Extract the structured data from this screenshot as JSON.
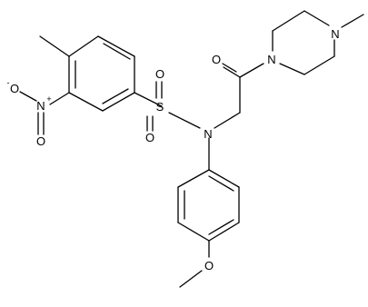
{
  "atoms": {
    "O_nitro_minus": "O",
    "O_nitro_minus_charge": "-",
    "N_nitro": "N",
    "N_nitro_charge": "+",
    "O_nitro_double": "O",
    "S": "S",
    "O_sulfonyl_top": "O",
    "O_sulfonyl_bottom": "O",
    "N_sulfonamide": "N",
    "O_carbonyl": "O",
    "N_piperazine_amide": "N",
    "N_piperazine_methyl": "N",
    "O_methoxy": "O"
  },
  "colors": {
    "bond": "#000000",
    "label": "#000000",
    "background": "#ffffff"
  }
}
